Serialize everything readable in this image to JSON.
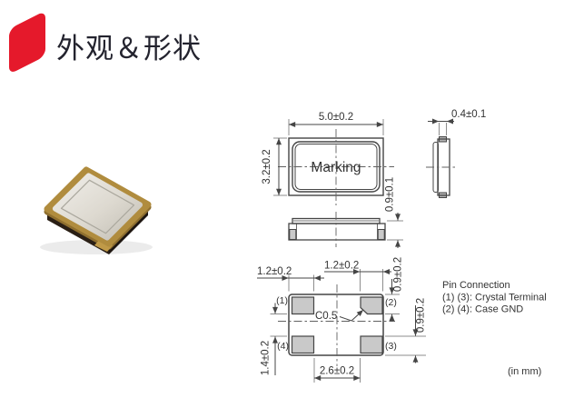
{
  "header": {
    "title": "外观＆形状"
  },
  "colors": {
    "accent_red": "#e5192b",
    "line": "#454545",
    "pad_fill": "#c9c9c9"
  },
  "views": {
    "top": {
      "marking": "Marking",
      "dim_width": "5.0±0.2",
      "dim_height": "3.2±0.2"
    },
    "front": {
      "dim_height": "0.9±0.1"
    },
    "side": {
      "dim_lid": "0.4±0.1"
    },
    "bottom": {
      "dim_pad_width_left": "1.2±0.2",
      "dim_pad_width_right": "1.2±0.2",
      "dim_pad_height_top": "0.9±0.2",
      "dim_pad_height_bottom": "0.9±0.2",
      "dim_pad_gap_side": "1.4±0.2",
      "dim_pad_span": "2.6±0.2",
      "chamfer": "C0.5",
      "pin1": "(1)",
      "pin2": "(2)",
      "pin3": "(3)",
      "pin4": "(4)"
    }
  },
  "notes": {
    "pin_connection_title": "Pin Connection",
    "pin_connection_line1": "(1) (3): Crystal Terminal",
    "pin_connection_line2": "(2) (4): Case GND",
    "unit": "(in mm)"
  }
}
